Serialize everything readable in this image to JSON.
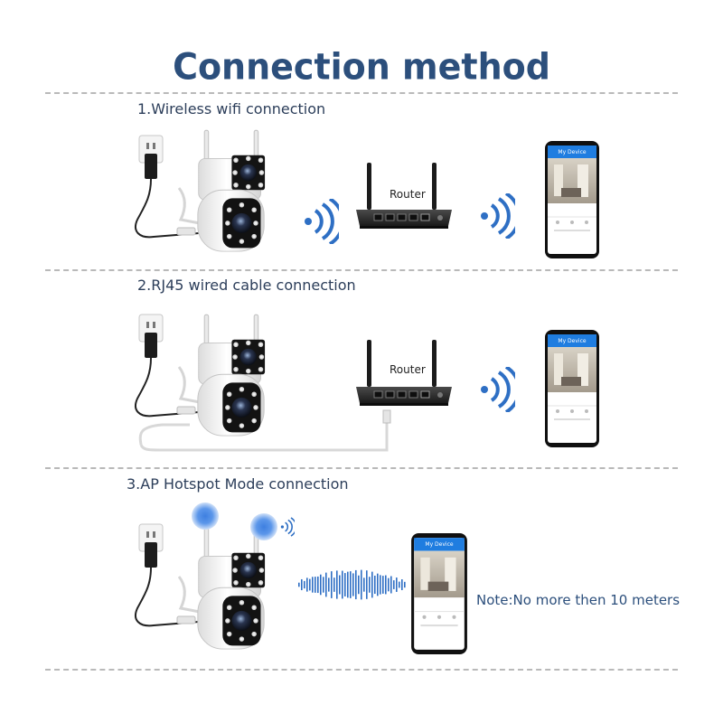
{
  "title": "Connection method",
  "sections": [
    {
      "label": "1.Wireless wifi connection",
      "router_label": "Router"
    },
    {
      "label": "2.RJ45 wired cable connection",
      "router_label": "Router"
    },
    {
      "label": "3.AP Hotspot Mode connection"
    }
  ],
  "phone": {
    "header": "My Device"
  },
  "note": "Note:No more then 10 meters",
  "colors": {
    "title": "#2c4f7c",
    "wifi": "#2e6fc4",
    "phone_header": "#1f7de0"
  }
}
